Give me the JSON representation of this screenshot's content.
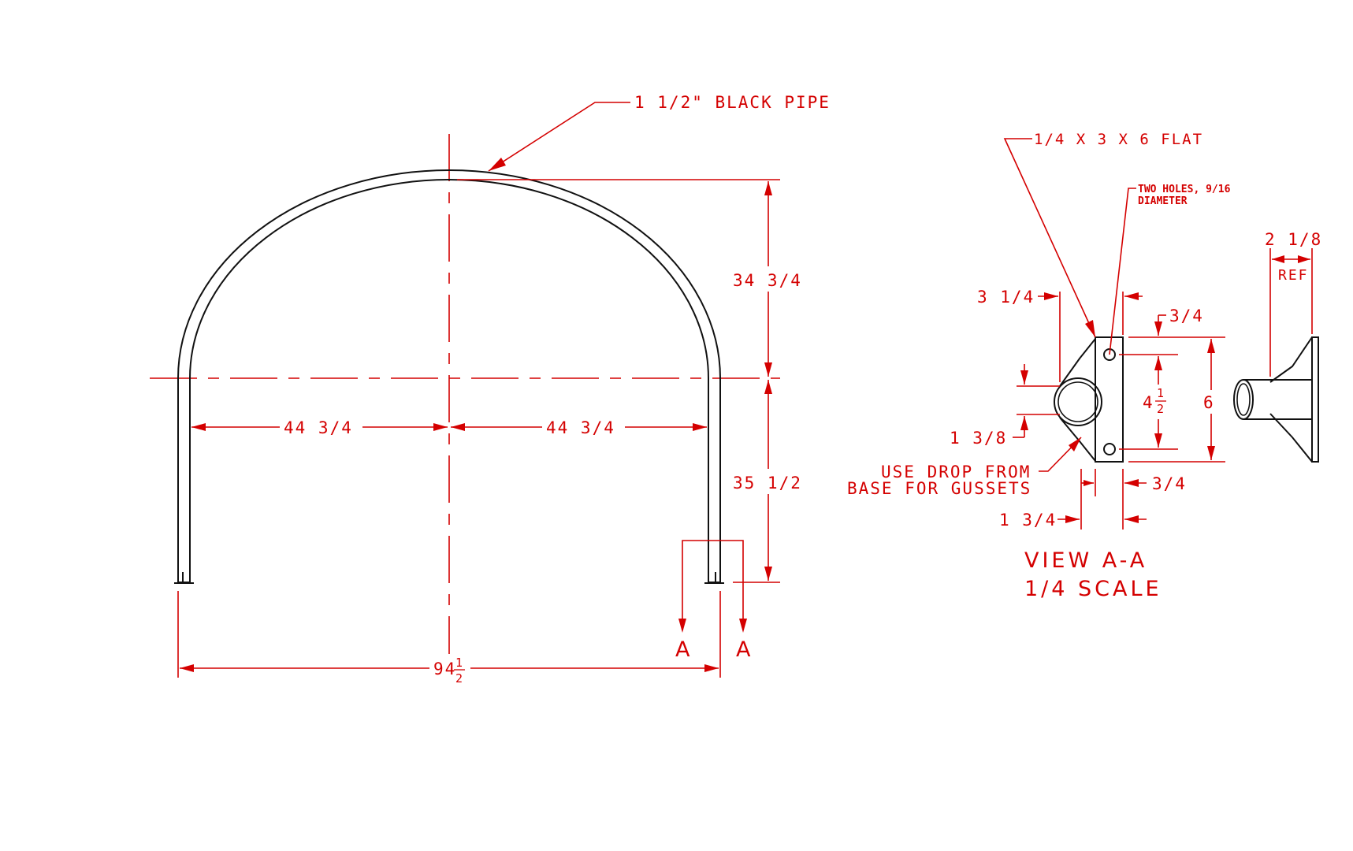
{
  "labels": {
    "pipe_callout": "1 1/2\" BLACK PIPE",
    "dim_upper_height": "34 3/4",
    "dim_lower_height": "35 1/2",
    "dim_left_half": "44 3/4",
    "dim_right_half": "44 3/4",
    "dim_overall_whole": "94",
    "dim_overall_frac_num": "1",
    "dim_overall_frac_den": "2",
    "section_mark_left": "A",
    "section_mark_right": "A",
    "flat_callout": "1/4 X 3 X 6 FLAT",
    "holes_callout_line1": "TWO HOLES, 9/16",
    "holes_callout_line2": "DIAMETER",
    "dim_3_1_4": "3 1/4",
    "dim_3_4_top": "3/4",
    "dim_4_whole": "4",
    "dim_4_frac_num": "1",
    "dim_4_frac_den": "2",
    "dim_6": "6",
    "dim_1_3_8": "1 3/8",
    "gusset_note_line1": "USE DROP FROM",
    "gusset_note_line2": "BASE FOR GUSSETS",
    "dim_3_4_bottom": "3/4",
    "dim_1_3_4": "1 3/4",
    "dim_2_1_8": "2 1/8",
    "ref_label": "REF",
    "view_title": "VIEW A-A",
    "view_scale": "1/4 SCALE"
  }
}
